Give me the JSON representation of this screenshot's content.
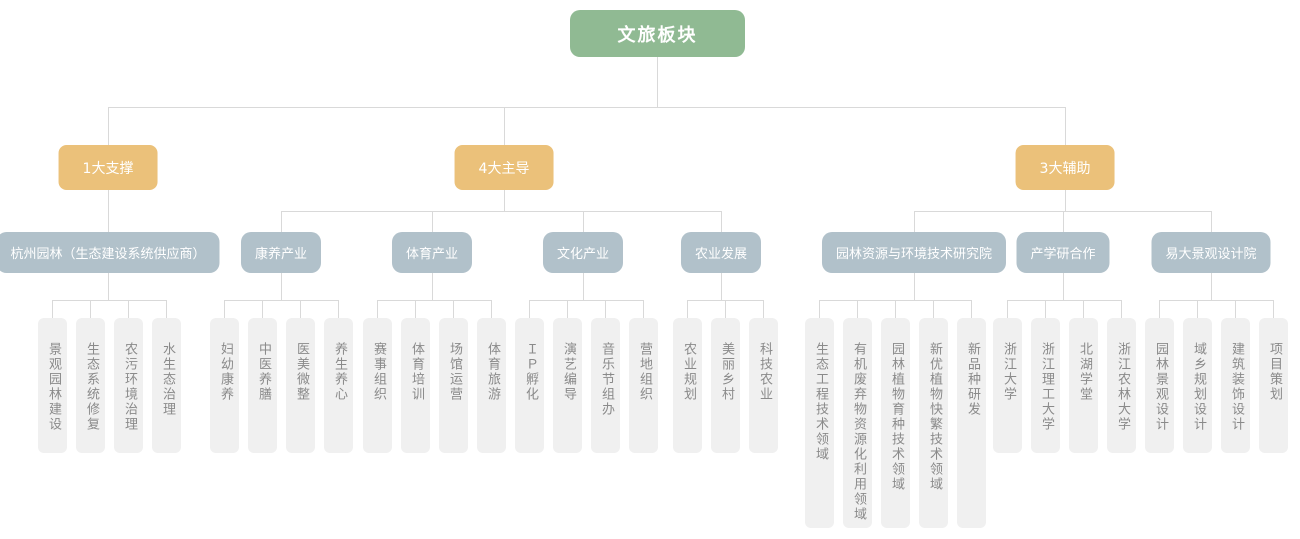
{
  "diagram": {
    "root": {
      "label": "文旅板块"
    },
    "branches": [
      {
        "label": "1大支撑",
        "groups": [
          {
            "label": "杭州园林（生态建设系统供应商）",
            "items": [
              "景观园林建设",
              "生态系统修复",
              "农污环境治理",
              "水生态治理"
            ]
          }
        ]
      },
      {
        "label": "4大主导",
        "groups": [
          {
            "label": "康养产业",
            "items": [
              "妇幼康养",
              "中医养膳",
              "医美微整",
              "养生养心"
            ]
          },
          {
            "label": "体育产业",
            "items": [
              "赛事组织",
              "体育培训",
              "场馆运营",
              "体育旅游"
            ]
          },
          {
            "label": "文化产业",
            "items": [
              "ＩＰ孵化",
              "演艺编导",
              "音乐节组办",
              "营地组织"
            ]
          },
          {
            "label": "农业发展",
            "items": [
              "农业规划",
              "美丽乡村",
              "科技农业"
            ]
          }
        ]
      },
      {
        "label": "3大辅助",
        "groups": [
          {
            "label": "园林资源与环境技术研究院",
            "items": [
              "生态工程技术领域",
              "有机废弃物资源化利用领域",
              "园林植物育种技术领域",
              "新优植物快繁技术领域",
              "新品种研发"
            ]
          },
          {
            "label": "产学研合作",
            "items": [
              "浙江大学",
              "浙江理工大学",
              "北湖学堂",
              "浙江农林大学"
            ]
          },
          {
            "label": "易大景观设计院",
            "items": [
              "园林景观设计",
              "域乡规划设计",
              "建筑装饰设计",
              "项目策划"
            ]
          }
        ]
      }
    ],
    "colors": {
      "root_bg": "#90ba93",
      "branch_bg": "#ebc17a",
      "group_bg": "#b1c1ca",
      "leaf_bg": "#f0f0f0",
      "leaf_text": "#8a8a8a",
      "node_text": "#ffffff",
      "line": "#d9d9d9"
    }
  }
}
